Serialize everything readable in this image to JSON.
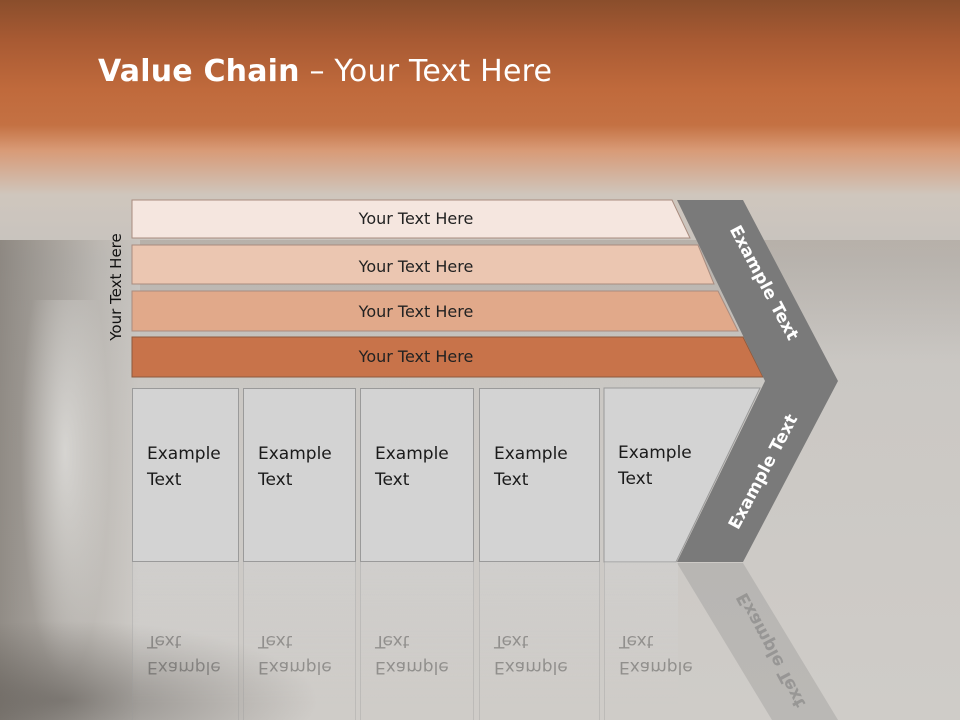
{
  "slide": {
    "title_bold": "Value Chain",
    "title_rest": " – Your Text Here",
    "side_label": "Your Text Here"
  },
  "bars": [
    {
      "label": "Your Text Here",
      "color": "#f5e6df"
    },
    {
      "label": "Your Text Here",
      "color": "#ebc6b1"
    },
    {
      "label": "Your Text Here",
      "color": "#e1a98a"
    },
    {
      "label": "Your Text Here",
      "color": "#c8734a"
    }
  ],
  "cells": [
    {
      "label": "Example Text"
    },
    {
      "label": "Example Text"
    },
    {
      "label": "Example Text"
    },
    {
      "label": "Example Text"
    },
    {
      "label": "Example Text"
    }
  ],
  "chevron": {
    "upper_label": "Example Text",
    "lower_label": "Example Text",
    "color": "#7a7a7a"
  }
}
